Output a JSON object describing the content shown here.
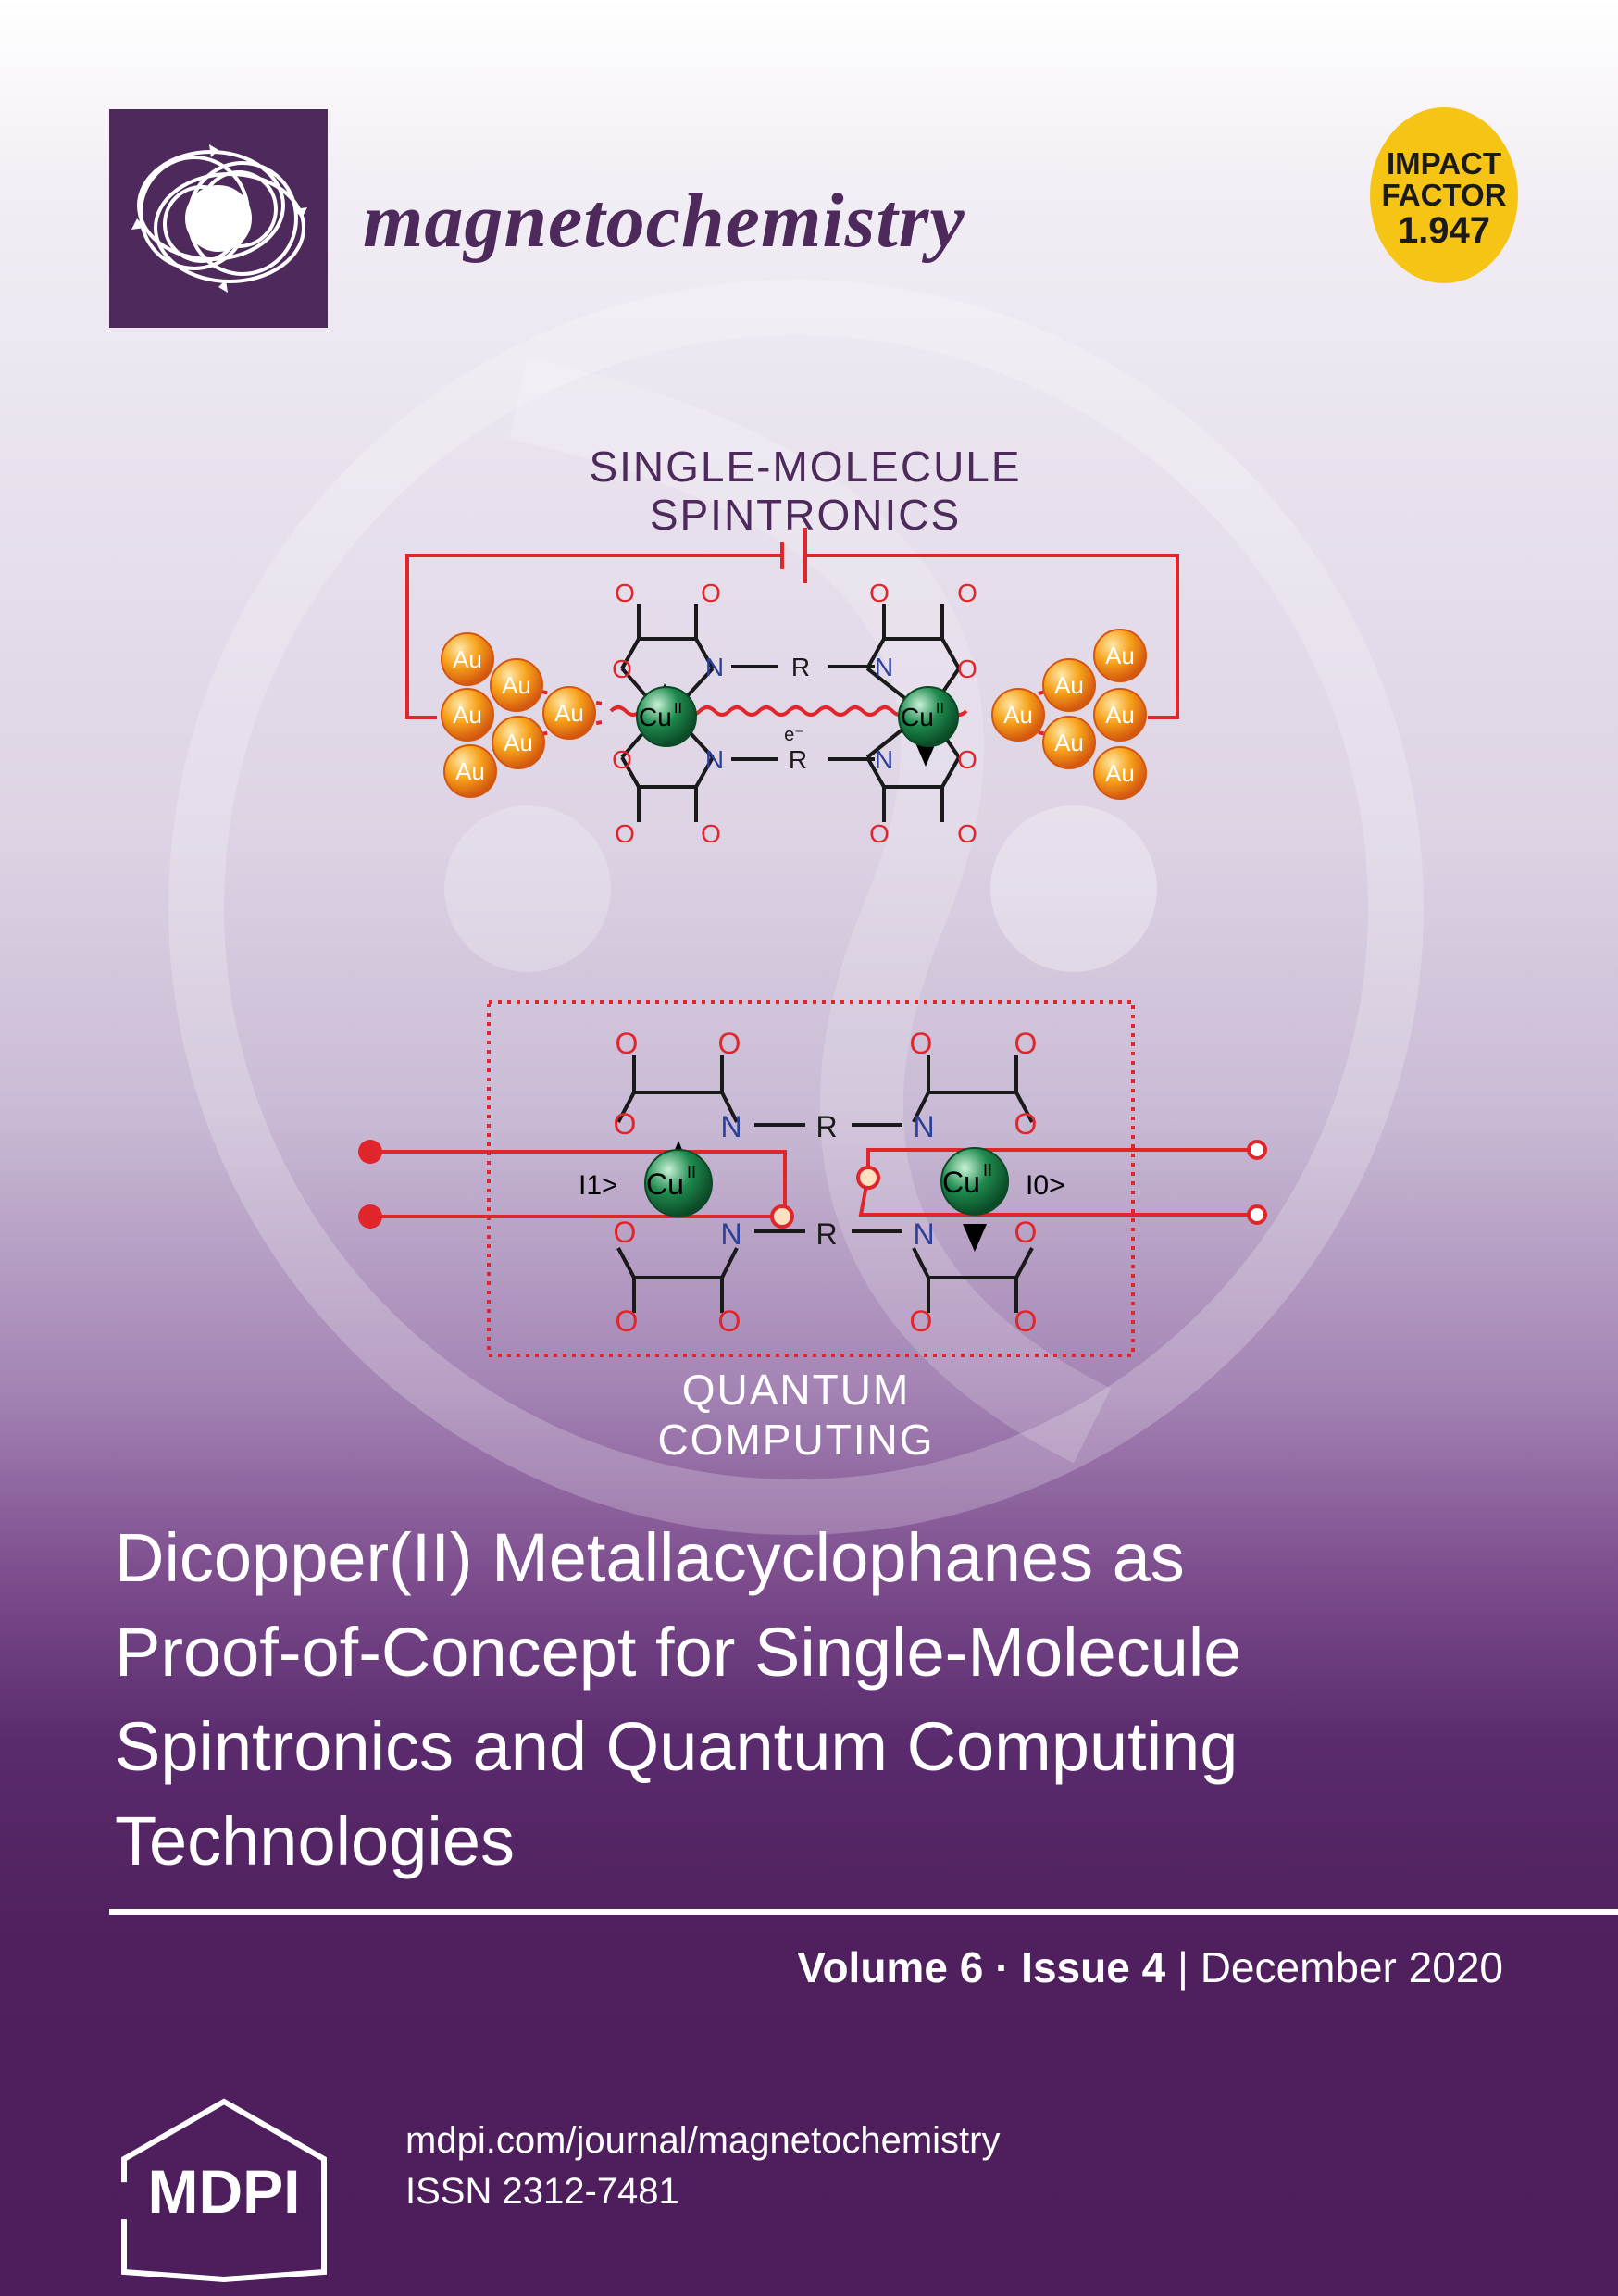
{
  "journal": {
    "name": "magnetochemistry",
    "logo_icon": "magnetic-field-lines-icon"
  },
  "impact_factor": {
    "line1": "IMPACT",
    "line2": "FACTOR",
    "value": "1.947",
    "color": "#f6c415"
  },
  "figure": {
    "top_title_line1": "SINGLE-MOLECULE",
    "top_title_line2": "SPINTRONICS",
    "bottom_title_line1": "QUANTUM",
    "bottom_title_line2": "COMPUTING",
    "atoms": {
      "gold": "Au",
      "copper": "Cu",
      "copper_sup": "II",
      "oxygen": "O",
      "nitrogen": "N",
      "r_group": "R",
      "electron": "e⁻",
      "qubit_1": "I1>",
      "qubit_0": "I0>"
    }
  },
  "article": {
    "title_lines": [
      "Dicopper(II) Metallacyclophanes as",
      "Proof-of-Concept for Single-Molecule",
      "Spintronics and Quantum Computing",
      "Technologies"
    ]
  },
  "issue": {
    "volume": "Volume 6",
    "separator": "·",
    "issue": "Issue 4",
    "divider": "|",
    "date": "December 2020"
  },
  "publisher": {
    "logo_text": "MDPI",
    "url": "mdpi.com/journal/magnetochemistry",
    "issn": "ISSN 2312-7481"
  },
  "colors": {
    "brand_purple": "#4e2a5c",
    "circuit_red": "#e0262a",
    "gold_atom": "#f7a21b",
    "copper_atom": "#1e8a4e",
    "nitrogen_blue": "#2c3f9a"
  }
}
